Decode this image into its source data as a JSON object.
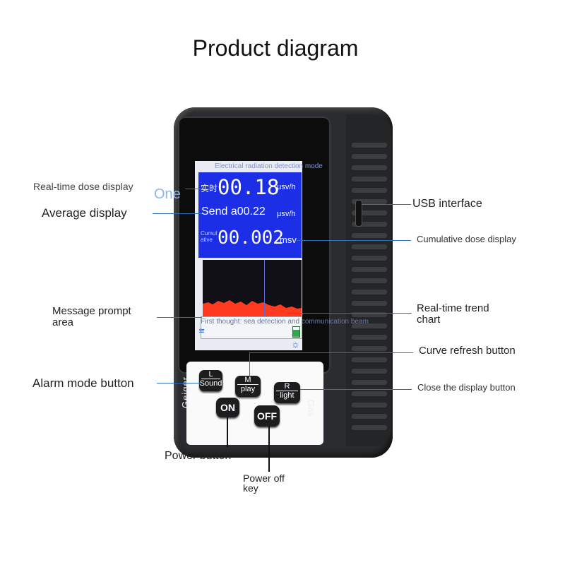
{
  "title": "Product diagram",
  "screen": {
    "mode_text": "Electrical radiation detection mode",
    "one_text": "One",
    "realtime_prefix": "实时",
    "realtime_value": "00.18",
    "realtime_unit": "μsv/h",
    "average_text": "Send a00.22",
    "average_unit": "μsv/h",
    "cumulative_label": "Cumul ative",
    "cumulative_value": "00.002",
    "cumulative_unit": "msv",
    "prompt_text": "First thought: sea detection and communication beam"
  },
  "keys": {
    "l_top": "L",
    "l_bottom": "Sound",
    "m_top": "M",
    "m_bottom": "play",
    "r_top": "R",
    "r_bottom": "light",
    "on": "ON",
    "off": "OFF",
    "geiger": "Geiger",
    "gas": "Gas"
  },
  "labels": {
    "realtime_dose": "Real-time dose display",
    "average": "Average display",
    "message_prompt": "Message prompt area",
    "alarm_mode": "Alarm mode button",
    "power": "Power button",
    "power_off": "Power off key",
    "usb": "USB interface",
    "cumulative_dose": "Cumulative dose display",
    "trend_chart": "Real-time trend chart",
    "curve_refresh": "Curve refresh button",
    "close_display": "Close the display button"
  },
  "colors": {
    "device_body": "#2a2c2f",
    "screen_blue": "#1c2fe6",
    "chart_red": "#ff3b1f",
    "leader": "#2b6fb8"
  }
}
